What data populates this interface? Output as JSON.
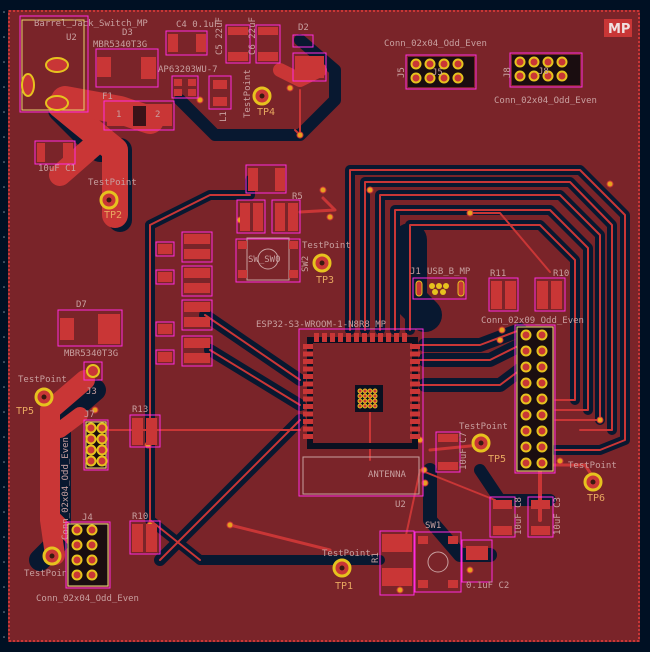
{
  "colors": {
    "background": "#001023",
    "board": "#7a2429",
    "copper": "#c93636",
    "courtyard": "#ff2ce0",
    "silkscreen": "#c8a0a0",
    "reference": "#e8a860",
    "pad_plating": "#e6c21e"
  },
  "badge": "MP",
  "labels": {
    "barrel_jack": "Barrel_Jack_Switch_MP",
    "u2_top": "U2",
    "d3": "D3",
    "mbr_top": "MBR5340T3G",
    "c4": "C4 0.1uF",
    "c5": "C5 22uF",
    "c6": "C6 22uF",
    "d2": "D2",
    "regulator": "AP63203WU-7",
    "f1": "F1",
    "f1_pin1": "1",
    "f1_pin2": "2",
    "l1": "L1",
    "c1": "10uF C1",
    "tp_label": "TestPoint",
    "tp4": "TP4",
    "tp2": "TP2",
    "tp3": "TP3",
    "tp5_left": "TP5",
    "tp5_right": "TP5",
    "tp6": "TP6",
    "tp1": "TP1",
    "j5": "J5",
    "j8": "J8",
    "conn_2x4": "Conn_02x04_Odd_Even",
    "sw_sw0": "SW_SW0",
    "sw2": "SW2",
    "j1": "J1",
    "usb": "USB_B_MP",
    "r11": "R11",
    "r10": "R10",
    "r5": "R5",
    "r13": "R13",
    "conn_2x9": "Conn_02x09_Odd_Even",
    "esp": "ESP32-S3-WROOM-1-N8R8_MP",
    "antenna": "ANTENNA",
    "d7": "D7",
    "mbr_mid": "MBR5340T3G",
    "j3": "J3",
    "j7": "J7",
    "j4": "J4",
    "u2": "U2",
    "sw1": "SW1",
    "c3": "10uF C3",
    "c8": "10uF C8",
    "c7": "10uF C7",
    "c2": "0.1uF C2",
    "r1": "R1"
  }
}
